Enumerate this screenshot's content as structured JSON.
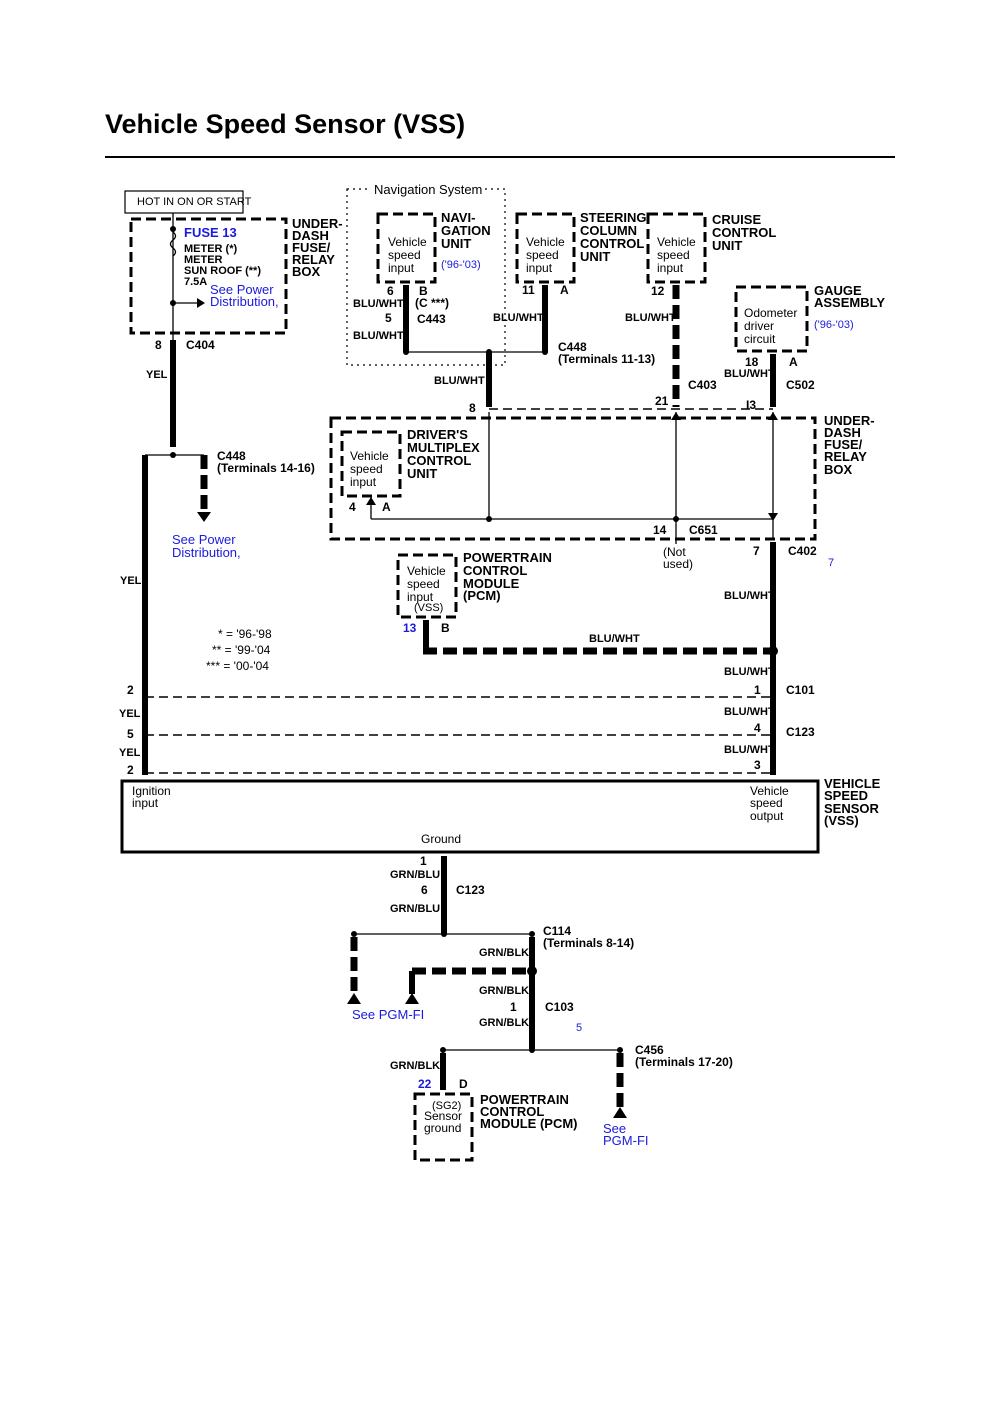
{
  "title": "Vehicle Speed Sensor (VSS)",
  "power": {
    "hot_label": "HOT IN ON OR START",
    "fuse": "FUSE 13",
    "fuse_meter1": "METER (*)",
    "fuse_meter2": "METER",
    "fuse_sunroof": "SUN ROOF (**)",
    "fuse_amp": "7.5A",
    "see_power_1": "See Power",
    "see_power_2": "Distribution,",
    "box_l1": "UNDER-",
    "box_l2": "DASH",
    "box_l3": "FUSE/",
    "box_l4": "RELAY",
    "box_l5": "BOX"
  },
  "nav": {
    "system": "Navigation System",
    "l1": "NAVI-",
    "l2": "GATION",
    "l3": "UNIT",
    "years": "('96-'03)",
    "input1": "Vehicle",
    "input2": "speed",
    "input3": "input",
    "pin6": "6",
    "pinB": "B",
    "pin5": "5",
    "c443": "C443",
    "c_note": "(C ***)",
    "wire1": "BLU/WHT",
    "wire2": "BLU/WHT"
  },
  "steering": {
    "l1": "STEERING",
    "l2": "COLUMN",
    "l3": "CONTROL",
    "l4": "UNIT",
    "input1": "Vehicle",
    "input2": "speed",
    "input3": "input",
    "pin11": "11",
    "pinA": "A",
    "wire": "BLU/WHT",
    "c448": "C448",
    "c448_terms": "(Terminals 11-13)"
  },
  "cruise": {
    "l1": "CRUISE",
    "l2": "CONTROL",
    "l3": "UNIT",
    "input1": "Vehicle",
    "input2": "speed",
    "input3": "input",
    "pin12": "12",
    "wire": "BLU/WHT",
    "c403": "C403",
    "pin21": "21"
  },
  "gauge": {
    "l1": "GAUGE",
    "l2": "ASSEMBLY",
    "years": "('96-'03)",
    "input1": "Odometer",
    "input2": "driver",
    "input3": "circuit",
    "pin18": "18",
    "pinA": "A",
    "wire": "BLU/WHT",
    "c502": "C502",
    "pin13": "I3"
  },
  "underdash_box": {
    "l1": "UNDER-",
    "l2": "DASH",
    "l3": "FUSE/",
    "l4": "RELAY",
    "l5": "BOX",
    "pin8": "8",
    "nav_wire": "BLU/WHT"
  },
  "multiplex": {
    "l1": "DRIVER'S",
    "l2": "MULTIPLEX",
    "l3": "CONTROL",
    "l4": "UNIT",
    "input1": "Vehicle",
    "input2": "speed",
    "input3": "input",
    "pin4": "4",
    "pinA": "A",
    "pin14": "14",
    "c651": "C651",
    "not_used1": "(Not",
    "not_used2": "used)",
    "pin7": "7",
    "c402": "C402",
    "c402_note": "7"
  },
  "left": {
    "pin8": "8",
    "c404": "C404",
    "yel1": "YEL",
    "c448": "C448",
    "c448_terms": "(Terminals 14-16)",
    "see_power_1": "See Power",
    "see_power_2": "Distribution,",
    "yel2": "YEL",
    "note1": "* = '96-'98",
    "note2": "** = '99-'04",
    "note3": "*** = '00-'04"
  },
  "pcm_top": {
    "l1": "POWERTRAIN",
    "l2": "CONTROL",
    "l3": "MODULE",
    "l4": "(PCM)",
    "input1": "Vehicle",
    "input2": "speed",
    "input3": "input",
    "input4": "(VSS)",
    "pin13": "13",
    "pinB": "B",
    "wire": "BLU/WHT",
    "wire_right": "BLU/WHT"
  },
  "connectors": {
    "pin2a": "2",
    "yel_a": "YEL",
    "pin5": "5",
    "yel_b": "YEL",
    "pin2b": "2",
    "wire1": "BLU/WHT",
    "pin1": "1",
    "c101": "C101",
    "wire2": "BLU/WHT",
    "pin4": "4",
    "c123": "C123",
    "wire3": "BLU/WHT",
    "pin3": "3"
  },
  "vss": {
    "l1": "VEHICLE",
    "l2": "SPEED",
    "l3": "SENSOR",
    "l4": "(VSS)",
    "ign1": "Ignition",
    "ign2": "input",
    "out1": "Vehicle",
    "out2": "speed",
    "out3": "output",
    "ground": "Ground"
  },
  "ground": {
    "pin1": "1",
    "wire1": "GRN/BLU",
    "pin6": "6",
    "c123": "C123",
    "wire2": "GRN/BLU",
    "c114": "C114",
    "c114_terms": "(Terminals 8-14)",
    "wire3": "GRN/BLK",
    "see_pgm": "See PGM-FI",
    "wire4": "GRN/BLK",
    "pin1b": "1",
    "c103": "C103",
    "wire5": "GRN/BLK",
    "note5": "5",
    "c456": "C456",
    "c456_terms": "(Terminals 17-20)",
    "wire6": "GRN/BLK",
    "pin22": "22",
    "pinD": "D",
    "sg1": "(SG2)",
    "sg2": "Sensor",
    "sg3": "ground",
    "pcm1": "POWERTRAIN",
    "pcm2": "CONTROL",
    "pcm3": "MODULE (PCM)",
    "see1": "See",
    "see2": "PGM-FI"
  }
}
